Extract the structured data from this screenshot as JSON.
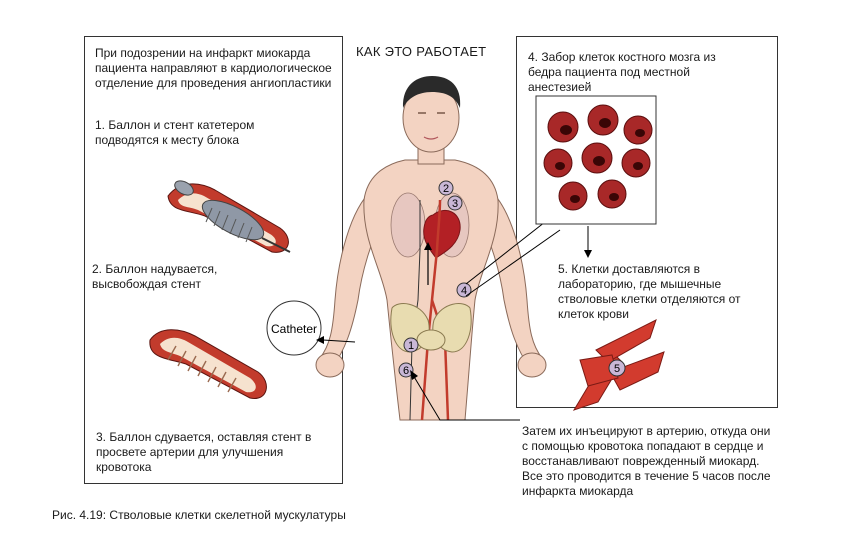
{
  "title": "КАК ЭТО РАБОТАЕТ",
  "intro": "При подозрении на инфаркт миокарда пациента направляют в кардиологическое отделение для проведения ангиопластики",
  "steps": {
    "s1": "1. Баллон и стент катетером подводятся к месту блока",
    "s2": "2. Баллон надувается, высвобождая стент",
    "s3": "3. Баллон сдувается, оставляя стент в просвете артерии для улучшения кровотока",
    "s4": "4. Забор клеток костного мозга из бедра пациента под местной анестезией",
    "s5": "5. Клетки доставляются в лабораторию, где мышечные стволовые клетки отделяются от клеток крови",
    "s6": "Затем их инъецируют в артерию, откуда они с помощью кровотока попадают в сердце и восстанавливают поврежденный миокард. Все это проводится в течение 5 часов после инфаркта миокарда"
  },
  "catheter_label": "Catheter",
  "markers": [
    "1",
    "2",
    "3",
    "4",
    "5",
    "6"
  ],
  "caption": "Рис. 4.19: Стволовые клетки скелетной мускулатуры",
  "colors": {
    "skin": "#f3d3c2",
    "blood": "#b32025",
    "vessel": "#c23b2c",
    "outline": "#333333"
  }
}
